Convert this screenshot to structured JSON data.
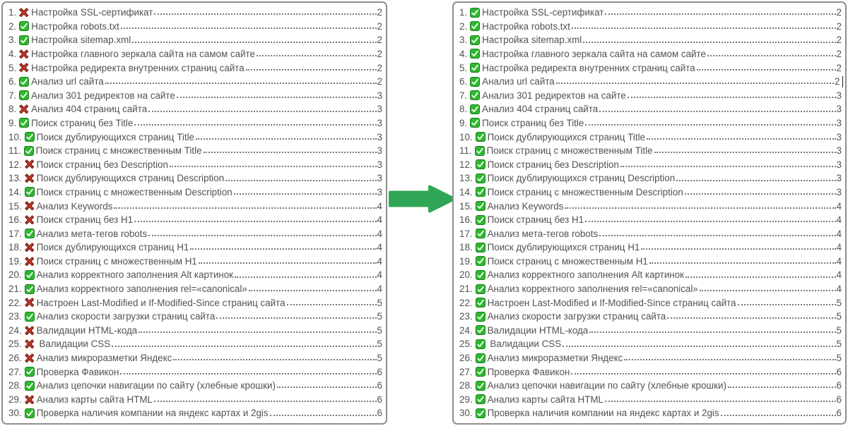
{
  "colors": {
    "check_fill": "#2eb82e",
    "check_border": "#1b7e1f",
    "check_mark": "#ffffff",
    "cross_fill": "#c43a2b",
    "cross_outline": "#661107",
    "arrow": "#2ea655",
    "panel_border": "#8f8f8f",
    "text": "#525252"
  },
  "panels": {
    "before": {
      "name": "before-checklist-panel"
    },
    "after": {
      "name": "after-checklist-panel",
      "caret_row": "6."
    }
  },
  "arrow": {
    "icon": "arrow-right-icon"
  },
  "items": [
    {
      "num": "1.",
      "label": "Настройка SSL-сертификат",
      "page": "2",
      "before": "cross",
      "after": "check"
    },
    {
      "num": "2.",
      "label": "Настройка robots.txt",
      "page": "2",
      "before": "check",
      "after": "check"
    },
    {
      "num": "3.",
      "label": "Настройка sitemap.xml",
      "page": "2",
      "before": "check",
      "after": "check"
    },
    {
      "num": "4.",
      "label": "Настройка главного зеркала сайта на самом сайте",
      "page": "2",
      "before": "cross",
      "after": "check"
    },
    {
      "num": "5.",
      "label": "Настройка редиректа внутренних страниц сайта",
      "page": "2",
      "before": "cross",
      "after": "check"
    },
    {
      "num": "6.",
      "label": "Анализ url сайта",
      "page": "2",
      "before": "check",
      "after": "check"
    },
    {
      "num": "7.",
      "label": "Анализ 301 редиректов на сайте",
      "page": "3",
      "before": "check",
      "after": "check"
    },
    {
      "num": "8.",
      "label": "Анализ 404 страниц сайта",
      "page": "3",
      "before": "cross",
      "after": "check"
    },
    {
      "num": "9.",
      "label": "Поиск страниц без Title",
      "page": "3",
      "before": "check",
      "after": "check"
    },
    {
      "num": "10.",
      "label": "Поиск дублирующихся страниц Title",
      "page": "3",
      "before": "check",
      "after": "check"
    },
    {
      "num": "11.",
      "label": "Поиск страниц с множественным Title",
      "page": "3",
      "before": "check",
      "after": "check"
    },
    {
      "num": "12.",
      "label": "Поиск страниц без Description",
      "page": "3",
      "before": "cross",
      "after": "check"
    },
    {
      "num": "13.",
      "label": "Поиск дублирующихся страниц Description",
      "page": "3",
      "before": "cross",
      "after": "check"
    },
    {
      "num": "14.",
      "label": "Поиск страниц с множественным Description",
      "page": "3",
      "before": "check",
      "after": "check"
    },
    {
      "num": "15.",
      "label": "Анализ Keywords",
      "page": "4",
      "before": "cross",
      "after": "check"
    },
    {
      "num": "16.",
      "label": "Поиск страниц без H1",
      "page": "4",
      "before": "cross",
      "after": "check"
    },
    {
      "num": "17.",
      "label": "Анализ мета-тегов robots",
      "page": "4",
      "before": "check",
      "after": "check"
    },
    {
      "num": "18.",
      "label": "Поиск дублирующихся страниц H1",
      "page": "4",
      "before": "cross",
      "after": "check"
    },
    {
      "num": "19.",
      "label": "Поиск страниц с множественным H1",
      "page": "4",
      "before": "cross",
      "after": "check"
    },
    {
      "num": "20.",
      "label": "Анализ корректного заполнения Alt картинок",
      "page": "4",
      "before": "check",
      "after": "check"
    },
    {
      "num": "21.",
      "label": "Анализ корректного заполнения rel=«canonical»",
      "page": "4",
      "before": "check",
      "after": "check"
    },
    {
      "num": "22.",
      "label": "Настроен Last-Modified и If-Modified-Since страниц сайта",
      "page": "5",
      "before": "cross",
      "after": "check"
    },
    {
      "num": "23.",
      "label": "Анализ скорости загрузки страниц сайта",
      "page": "5",
      "before": "check",
      "after": "check"
    },
    {
      "num": "24.",
      "label": "Валидации HTML-кода",
      "page": "5",
      "before": "cross",
      "after": "check"
    },
    {
      "num": "25.",
      "label": " Валидации CSS",
      "page": "5",
      "before": "cross",
      "after": "check"
    },
    {
      "num": "26.",
      "label": "Анализ микроразметки Яндекс",
      "page": "5",
      "before": "cross",
      "after": "check"
    },
    {
      "num": "27.",
      "label": "Проверка Фавикон",
      "page": "6",
      "before": "check",
      "after": "check"
    },
    {
      "num": "28.",
      "label": "Анализ цепочки навигации по сайту (хлебные крошки)",
      "page": "6",
      "before": "check",
      "after": "check"
    },
    {
      "num": "29.",
      "label": "Анализ карты сайта HTML",
      "page": "6",
      "before": "cross",
      "after": "check"
    },
    {
      "num": "30.",
      "label": "Проверка наличия компании на яндекс картах и 2gis",
      "page": "6",
      "before": "check",
      "after": "check"
    }
  ]
}
